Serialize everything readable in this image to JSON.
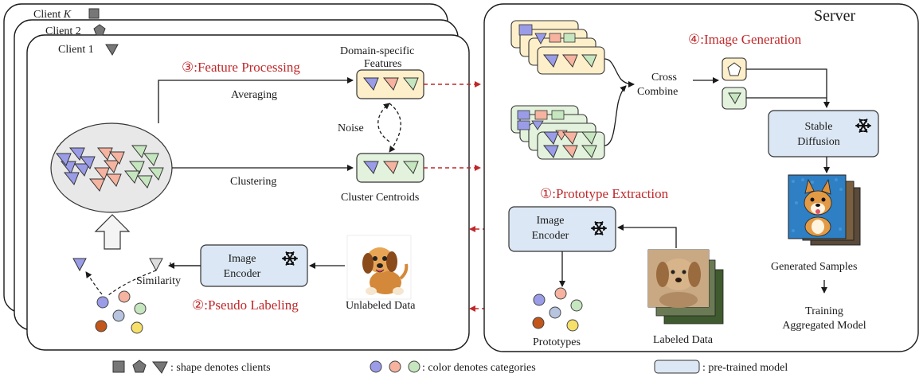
{
  "colors": {
    "blue": "#9a9ce8",
    "salmon": "#f5b3a0",
    "green": "#c6e6bf",
    "yellow_box": "#fdefca",
    "green_box": "#e3f2dc",
    "model_box": "#dbe7f4",
    "arrow_red": "#c0282a",
    "prototype_dark_red": "#c2561b",
    "prototype_yellow": "#f6e06a"
  },
  "clients": {
    "labels": [
      "Client K",
      "Client 2",
      "Client 1"
    ],
    "client_k_prefix": "Client ",
    "client_k_var": "K",
    "client_2": "Client 2",
    "client_1": "Client 1",
    "step3_title": "③:Feature Processing",
    "averaging": "Averaging",
    "clustering": "Clustering",
    "noise": "Noise",
    "domain_specific_1": "Domain-specific",
    "domain_specific_2": "Features",
    "cluster_centroids": "Cluster Centroids",
    "image_encoder_1": "Image",
    "image_encoder_2": "Encoder",
    "similarity": "Similarity",
    "step2_title": "②:Pseudo Labeling",
    "unlabeled_data": "Unlabeled Data"
  },
  "server": {
    "title": "Server",
    "step4_title": "④:Image Generation",
    "cross_1": "Cross",
    "cross_2": "Combine",
    "stable_1": "Stable",
    "stable_2": "Diffusion",
    "step1_title": "①:Prototype Extraction",
    "image_encoder_1": "Image",
    "image_encoder_2": "Encoder",
    "generated_samples": "Generated Samples",
    "training_1": "Training",
    "training_2": "Aggregated Model",
    "prototypes": "Prototypes",
    "labeled_data": "Labeled Data"
  },
  "legend": {
    "shape": ": shape denotes clients",
    "color": ": color denotes categories",
    "model": ": pre-trained model"
  },
  "icons": [
    "snowflake-icon",
    "square-icon",
    "pentagon-icon",
    "triangle-icon",
    "puppy-cartoon-image",
    "puppy-photo-image",
    "corgi-generated-image"
  ]
}
